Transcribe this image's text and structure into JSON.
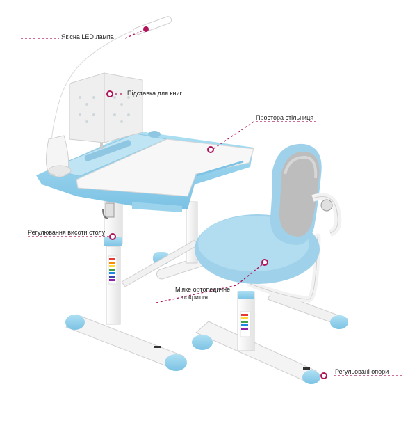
{
  "colors": {
    "accent": "#9bd3ec",
    "accent_dark": "#6fb8dd",
    "frame": "#f2f2f2",
    "frame_stroke": "#c9c9c9",
    "callout": "#b0145a"
  },
  "callouts": {
    "lamp": "Якісна LED лампа",
    "book_stand": "Підставка для книг",
    "desktop": "Простора стільниця",
    "height": "Регулювання висоти столу",
    "cushion_line1": "М'яке ортопедичне",
    "cushion_line2": "покриття",
    "feet": "Регульовані опори"
  },
  "icons": {
    "lamp": "led-desk-lamp",
    "bag_hook": "bag-hook-icon",
    "height_scale": "height-scale-sticker"
  }
}
